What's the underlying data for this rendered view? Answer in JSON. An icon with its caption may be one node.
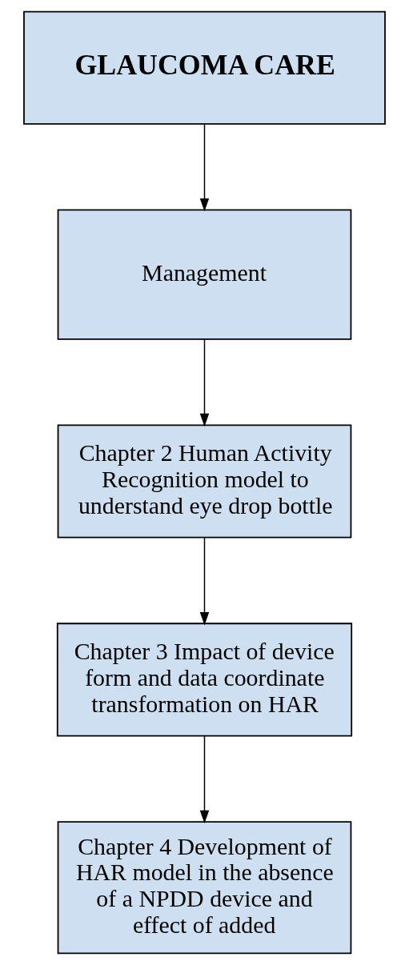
{
  "diagram": {
    "nodes": [
      {
        "text": [
          "GLAUCOMA CARE"
        ]
      },
      {
        "text": [
          "Management"
        ]
      },
      {
        "text": [
          "Chapter 2 Human Activity Recognition model to understand eye drop bottle"
        ]
      },
      {
        "text": [
          "Chapter 3 Impact of device form and data coordinate transformation on HAR"
        ]
      },
      {
        "text": [
          "Chapter 4 Development of HAR model in the absence of a NPDD device and effect of added"
        ]
      }
    ],
    "edges": [
      {
        "from": 0,
        "to": 1,
        "arrow": "to"
      },
      {
        "from": 1,
        "to": 2,
        "arrow": "to"
      },
      {
        "from": 2,
        "to": 3,
        "arrow": "to"
      },
      {
        "from": 3,
        "to": 4,
        "arrow": "to"
      }
    ]
  }
}
